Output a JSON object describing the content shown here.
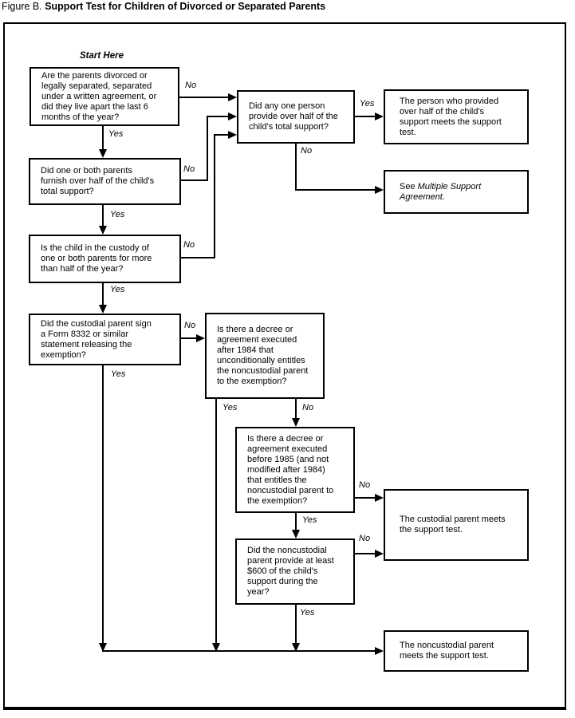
{
  "title": {
    "prefix": "Figure B.",
    "bold": "Support Test for Children of Divorced or Separated Parents"
  },
  "start_label": "Start Here",
  "labels": {
    "yes": "Yes",
    "no": "No"
  },
  "nodes": {
    "q_divorced": "Are the parents divorced or\nlegally separated, separated\nunder a written agreement, or\ndid they live apart the last 6\nmonths of the year?",
    "q_parents_half": "Did one or both parents\nfurnish over half of the child's\ntotal support?",
    "q_custody": "Is the child in the custody of\none or both parents for more\nthan half of the year?",
    "q_form_8332": "Did the custodial parent sign\na Form 8332 or similar\nstatement releasing the\nexemption?",
    "q_one_person": "Did any one person\nprovide over half of the\nchild's total support?",
    "q_decree_after_1984": "Is there a decree or\nagreement executed\nafter 1984 that\nunconditionally entitles\nthe noncustodial parent\nto the exemption?",
    "q_decree_before_1985": "Is there a decree or\nagreement executed\nbefore 1985 (and not\nmodified after 1984)\nthat entitles the\nnoncustodial parent to\nthe exemption?",
    "q_600_support": "Did the noncustodial\nparent provide at least\n$600 of the child's\nsupport during the\nyear?",
    "r_person_provided": "The person who provided\nover half of the child's\nsupport meets the support\ntest.",
    "r_see_prefix": "See",
    "r_see_italic": "Multiple Support\nAgreement.",
    "r_custodial": "The custodial parent meets\nthe support test.",
    "r_noncustodial": "The noncustodial parent\nmeets the support test."
  }
}
